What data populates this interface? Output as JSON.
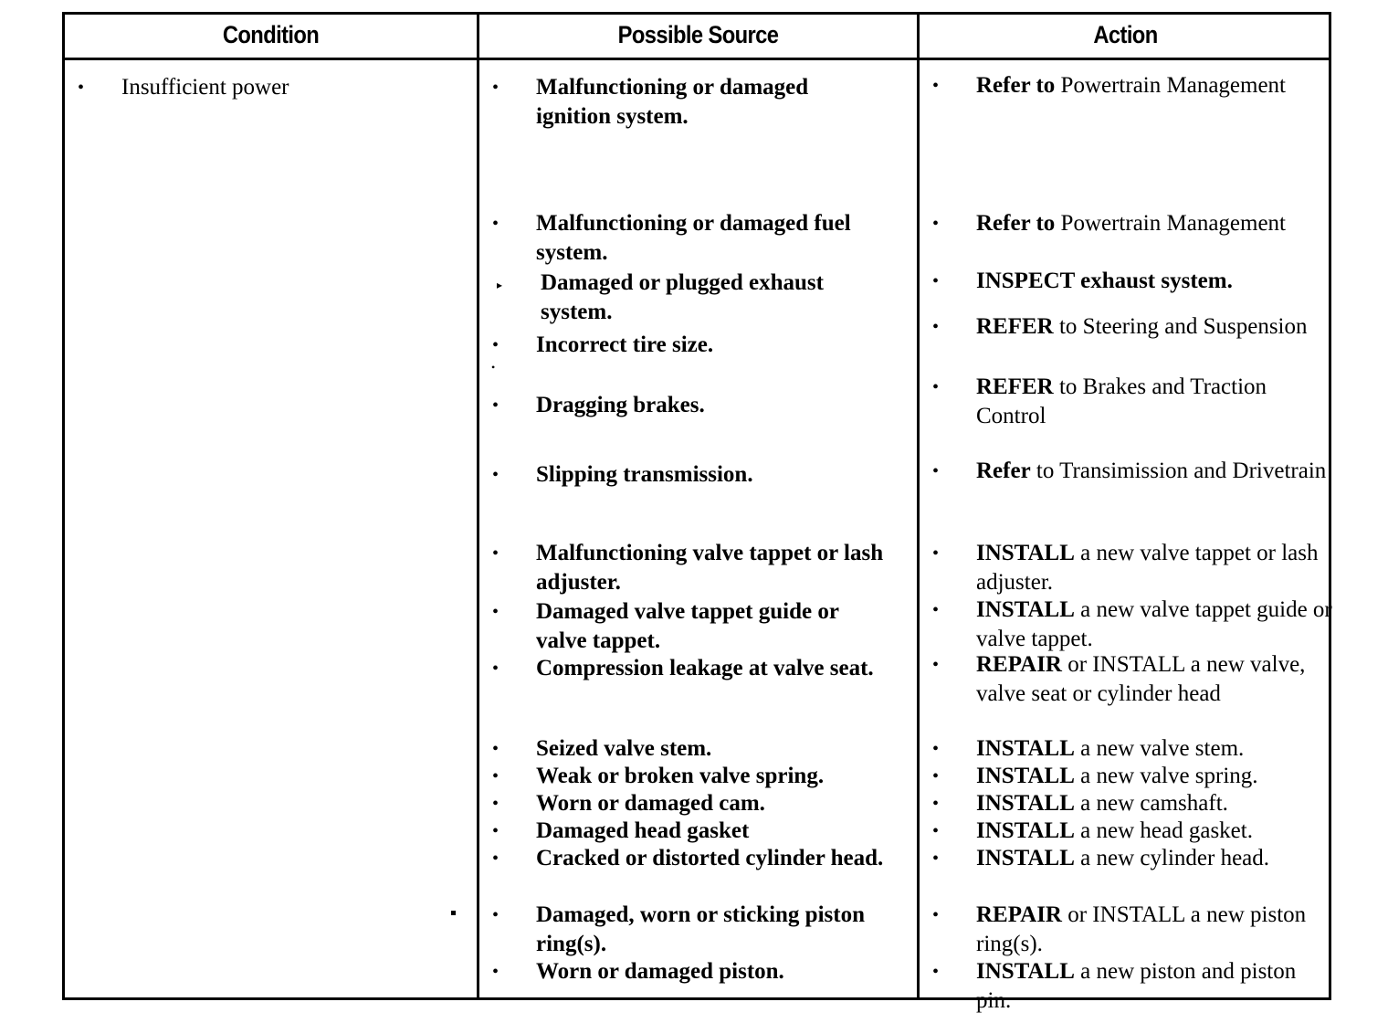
{
  "document": {
    "type": "diagnostic-troubleshooting-table",
    "title": "Insufficient power diagnostic chart"
  },
  "table": {
    "headers": {
      "condition": "Condition",
      "possible_source": "Possible Source",
      "action": "Action"
    },
    "condition_items": [
      {
        "bullet": "round",
        "text": "Insufficient power"
      }
    ],
    "source_items": [
      {
        "bullet": "round",
        "text": "Malfunctioning or damaged ignition system."
      },
      {
        "bullet": "round",
        "text": "Malfunctioning or damaged fuel system."
      },
      {
        "bullet": "tri",
        "text": "Damaged or plugged exhaust system."
      },
      {
        "bullet": "round",
        "text": "Incorrect tire size."
      },
      {
        "bullet": "tiny",
        "text": ""
      },
      {
        "bullet": "round",
        "text": "Dragging brakes."
      },
      {
        "bullet": "round",
        "text": "Slipping transmission."
      },
      {
        "bullet": "round",
        "text": "Malfunctioning valve tappet or lash adjuster."
      },
      {
        "bullet": "round",
        "text": "Damaged valve tappet guide or valve tappet."
      },
      {
        "bullet": "round",
        "text": "Compression leakage at valve seat."
      },
      {
        "bullet": "round",
        "text": "Seized valve stem."
      },
      {
        "bullet": "round",
        "text": "Weak or broken valve spring."
      },
      {
        "bullet": "round",
        "text": "Worn or damaged cam."
      },
      {
        "bullet": "round",
        "text": "Damaged head gasket"
      },
      {
        "bullet": "round",
        "text": "Cracked or distorted cylinder head."
      },
      {
        "bullet": "round",
        "text": "Damaged, worn or sticking piston ring(s)."
      },
      {
        "bullet": "round",
        "text": "Worn or damaged piston."
      }
    ],
    "action_items": [
      {
        "bullet": "round",
        "strong": "Refer to",
        "rest": " Powertrain Management"
      },
      {
        "bullet": "round",
        "strong": "Refer to",
        "rest": " Powertrain Management"
      },
      {
        "bullet": "round",
        "strong": "INSPECT",
        "rest": " exhaust system."
      },
      {
        "bullet": "round",
        "strong": "REFER",
        "rest": " to  Steering and Suspension"
      },
      {
        "bullet": "round",
        "strong": "REFER",
        "rest": " to  Brakes and Traction Control"
      },
      {
        "bullet": "round",
        "strong": "Refer",
        "rest": " to Transimission and Drivetrain"
      },
      {
        "bullet": "round",
        "strong": "INSTALL",
        "rest": " a new valve tappet or lash adjuster."
      },
      {
        "bullet": "round",
        "strong": "INSTALL",
        "rest": " a new valve tappet guide or valve tappet."
      },
      {
        "bullet": "round",
        "strong": "REPAIR",
        "rest": " or INSTALL a new valve, valve seat or cylinder head"
      },
      {
        "bullet": "round",
        "strong": "INSTALL",
        "rest": " a new valve stem."
      },
      {
        "bullet": "round",
        "strong": "INSTALL",
        "rest": " a new valve spring."
      },
      {
        "bullet": "round",
        "strong": "INSTALL",
        "rest": " a new camshaft."
      },
      {
        "bullet": "round",
        "strong": "INSTALL",
        "rest": " a new head gasket."
      },
      {
        "bullet": "round",
        "strong": "INSTALL",
        "rest": " a new cylinder head."
      },
      {
        "bullet": "round",
        "strong": "REPAIR",
        "rest": " or INSTALL a new piston ring(s)."
      },
      {
        "bullet": "round",
        "strong": "INSTALL",
        "rest": " a new piston and piston pin."
      }
    ],
    "colors": {
      "ink": "#000000",
      "paper": "#ffffff"
    }
  }
}
